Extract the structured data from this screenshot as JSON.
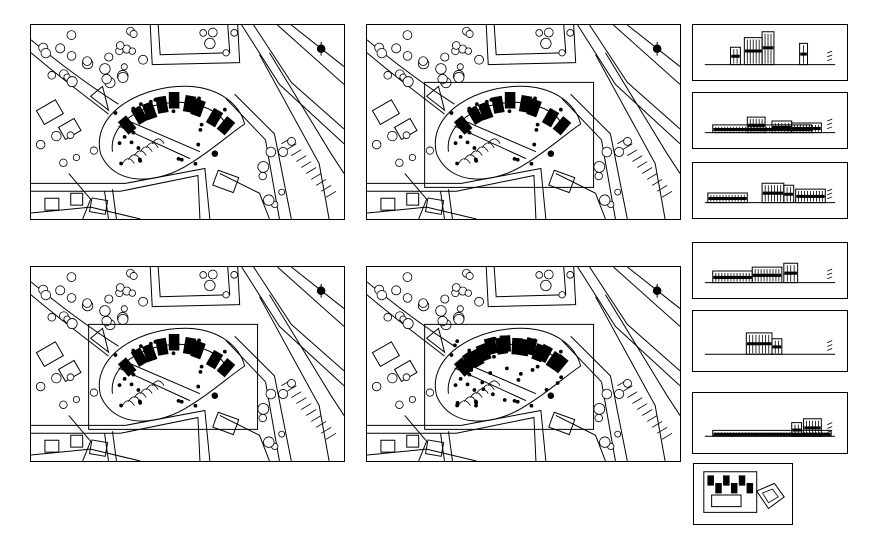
{
  "sheet": {
    "background": "#ffffff",
    "line_color": "#000000"
  },
  "site_plans": [
    {
      "id": "plan-1",
      "variant": "base",
      "has_focus_frame": false,
      "dense": false
    },
    {
      "id": "plan-2",
      "variant": "frame",
      "has_focus_frame": true,
      "dense": false
    },
    {
      "id": "plan-3",
      "variant": "frame",
      "has_focus_frame": true,
      "dense": false
    },
    {
      "id": "plan-4",
      "variant": "detail",
      "has_focus_frame": true,
      "dense": true
    }
  ],
  "elevations": [
    {
      "id": "elev-1",
      "kind": "elevation"
    },
    {
      "id": "elev-2",
      "kind": "elevation"
    },
    {
      "id": "elev-3",
      "kind": "elevation"
    },
    {
      "id": "elev-4",
      "kind": "elevation"
    },
    {
      "id": "elev-5",
      "kind": "elevation"
    },
    {
      "id": "elev-6",
      "kind": "elevation"
    },
    {
      "id": "floor-plan-thumb",
      "kind": "plan"
    }
  ]
}
